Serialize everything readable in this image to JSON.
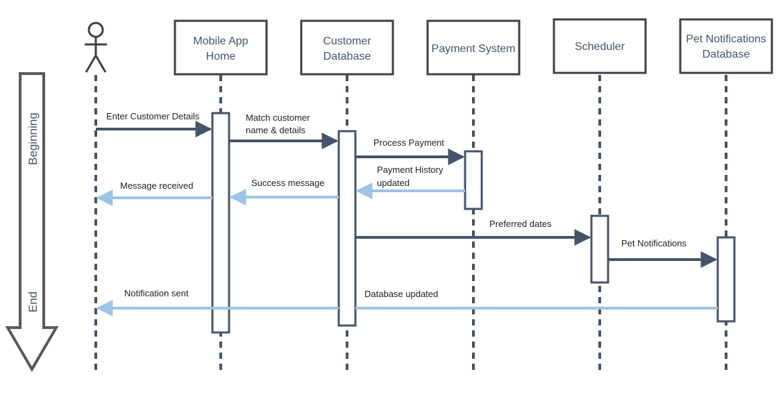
{
  "colors": {
    "primary": "#44546a",
    "return": "#9dc3e6",
    "background": "#ffffff",
    "text": "#1f1f1f"
  },
  "timeline": {
    "start_label": "Beginning",
    "end_label": "End"
  },
  "participants": [
    {
      "id": "actor",
      "icon": "stick-figure-icon"
    },
    {
      "id": "mobile",
      "line1": "Mobile App",
      "line2": "Home"
    },
    {
      "id": "customer-db",
      "line1": "Customer",
      "line2": "Database"
    },
    {
      "id": "payment",
      "line1": "Payment System"
    },
    {
      "id": "scheduler",
      "line1": "Scheduler"
    },
    {
      "id": "pet-db",
      "line1": "Pet Notifications",
      "line2": "Database"
    }
  ],
  "messages": [
    {
      "from": "actor",
      "to": "mobile",
      "kind": "call",
      "lines": [
        "Enter Customer Details"
      ]
    },
    {
      "from": "mobile",
      "to": "customer-db",
      "kind": "call",
      "lines": [
        "Match customer",
        "name & details"
      ]
    },
    {
      "from": "customer-db",
      "to": "payment",
      "kind": "call",
      "lines": [
        "Process Payment"
      ]
    },
    {
      "from": "payment",
      "to": "customer-db",
      "kind": "return",
      "lines": [
        "Payment History",
        "updated"
      ]
    },
    {
      "from": "customer-db",
      "to": "mobile",
      "kind": "return",
      "lines": [
        "Success message"
      ]
    },
    {
      "from": "mobile",
      "to": "actor",
      "kind": "return",
      "lines": [
        "Message received"
      ]
    },
    {
      "from": "customer-db",
      "to": "scheduler",
      "kind": "call",
      "lines": [
        "Preferred dates"
      ]
    },
    {
      "from": "scheduler",
      "to": "pet-db",
      "kind": "call",
      "lines": [
        "Pet Notifications"
      ]
    },
    {
      "from": "pet-db",
      "to": "customer-db",
      "kind": "return",
      "lines": [
        "Database updated"
      ]
    },
    {
      "from": "customer-db",
      "to": "actor",
      "kind": "return",
      "lines": [
        "Notification sent"
      ]
    }
  ]
}
